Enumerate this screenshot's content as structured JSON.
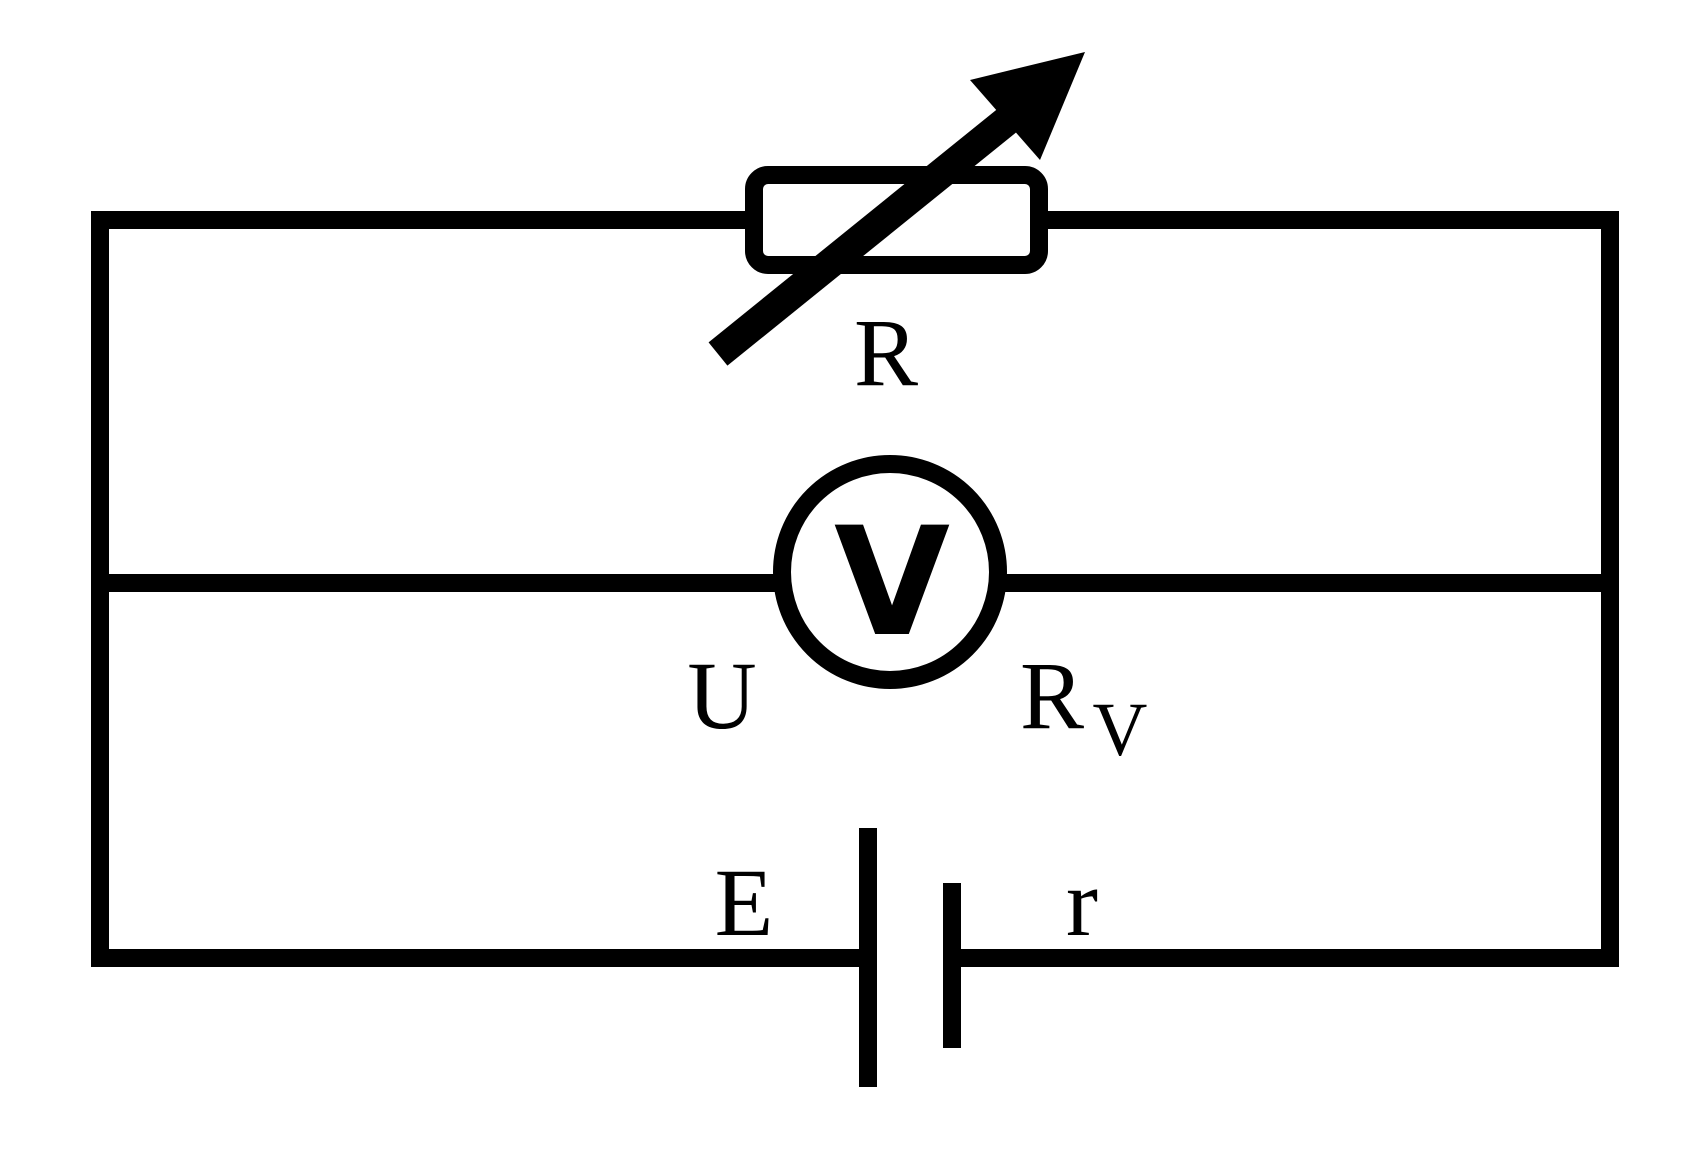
{
  "labels": {
    "resistor": "R",
    "voltmeter_symbol": "V",
    "voltage": "U",
    "voltmeter_resistance_main": "R",
    "voltmeter_resistance_sub": "V",
    "emf": "E",
    "internal_resistance": "r"
  },
  "colors": {
    "line": "#000000",
    "background": "#ffffff"
  }
}
